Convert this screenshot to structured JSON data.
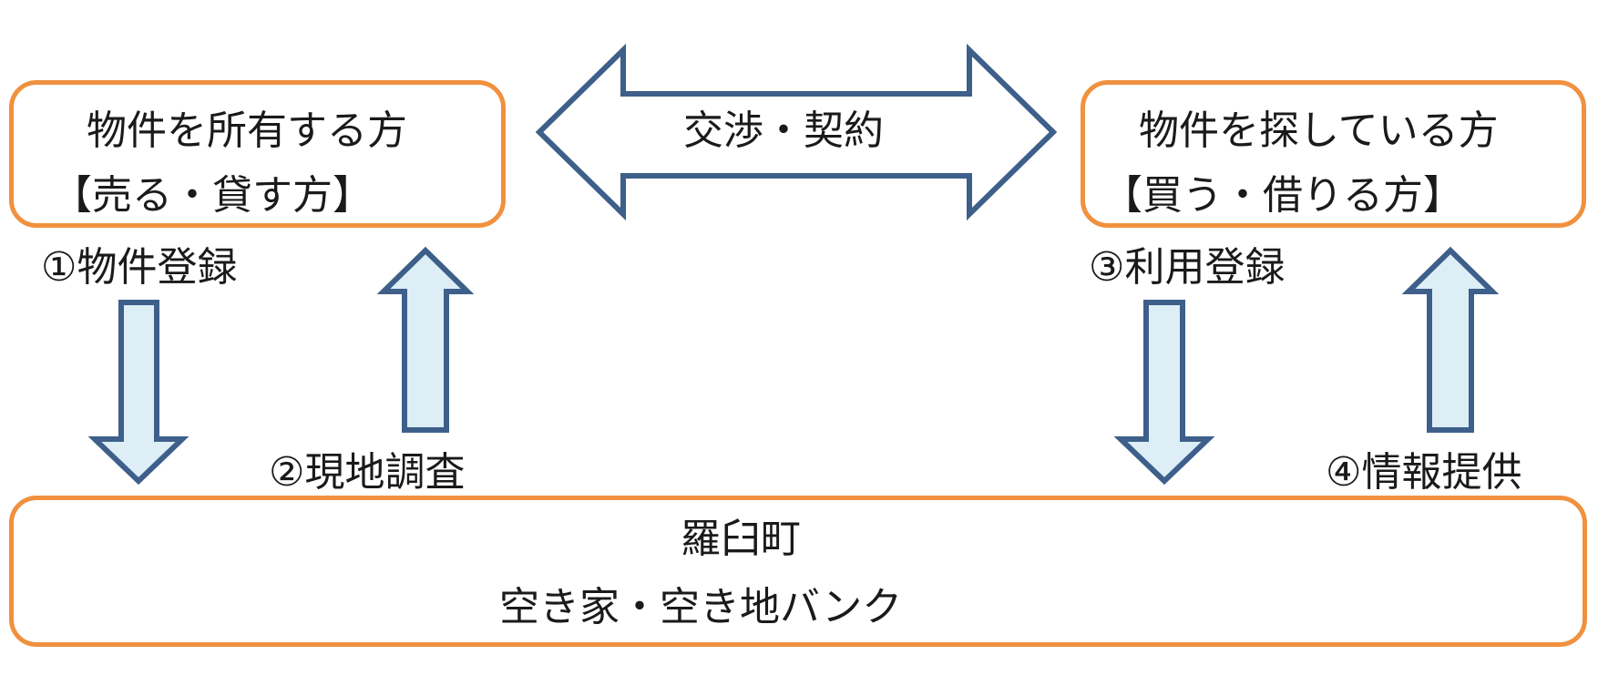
{
  "owner": {
    "title": "物件を所有する方",
    "subtitle": "【売る・貸す方】"
  },
  "seeker": {
    "title": "物件を探している方",
    "subtitle": "【買う・借りる方】"
  },
  "negotiation": {
    "label": "交渉・契約"
  },
  "bank": {
    "title": "羅臼町",
    "name": "空き家・空き地バンク"
  },
  "steps": [
    "①物件登録",
    "②現地調査",
    "③利用登録",
    "④情報提供"
  ],
  "colors": {
    "box_border": "#f0913f",
    "arrow_stroke": "#3d5f8a",
    "arrow_fill": "#ddeef7"
  }
}
